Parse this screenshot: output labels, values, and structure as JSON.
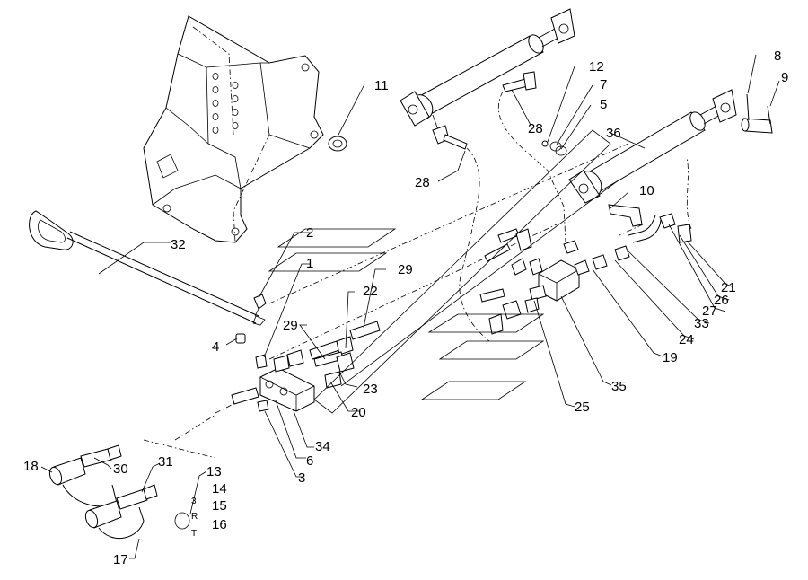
{
  "callouts": [
    {
      "id": "1",
      "text": "1"
    },
    {
      "id": "2",
      "text": "2"
    },
    {
      "id": "3",
      "text": "3"
    },
    {
      "id": "4",
      "text": "4"
    },
    {
      "id": "5",
      "text": "5"
    },
    {
      "id": "6",
      "text": "6"
    },
    {
      "id": "7",
      "text": "7"
    },
    {
      "id": "8",
      "text": "8"
    },
    {
      "id": "9",
      "text": "9"
    },
    {
      "id": "10",
      "text": "10"
    },
    {
      "id": "11",
      "text": "11"
    },
    {
      "id": "12",
      "text": "12"
    },
    {
      "id": "13",
      "text": "13"
    },
    {
      "id": "14",
      "text": "14"
    },
    {
      "id": "15",
      "text": "15"
    },
    {
      "id": "16",
      "text": "16"
    },
    {
      "id": "17",
      "text": "17"
    },
    {
      "id": "18",
      "text": "18"
    },
    {
      "id": "19",
      "text": "19"
    },
    {
      "id": "20",
      "text": "20"
    },
    {
      "id": "21",
      "text": "21"
    },
    {
      "id": "22",
      "text": "22"
    },
    {
      "id": "23",
      "text": "23"
    },
    {
      "id": "24",
      "text": "24"
    },
    {
      "id": "25",
      "text": "25"
    },
    {
      "id": "26",
      "text": "26"
    },
    {
      "id": "27",
      "text": "27"
    },
    {
      "id": "28a",
      "text": "28"
    },
    {
      "id": "28b",
      "text": "28"
    },
    {
      "id": "29a",
      "text": "29"
    },
    {
      "id": "29b",
      "text": "29"
    },
    {
      "id": "30",
      "text": "30"
    },
    {
      "id": "31",
      "text": "31"
    },
    {
      "id": "32",
      "text": "32"
    },
    {
      "id": "33",
      "text": "33"
    },
    {
      "id": "34",
      "text": "34"
    },
    {
      "id": "35",
      "text": "35"
    },
    {
      "id": "36",
      "text": "36"
    }
  ],
  "marks": {
    "m14": "3",
    "m15": "R",
    "m16": "T"
  }
}
